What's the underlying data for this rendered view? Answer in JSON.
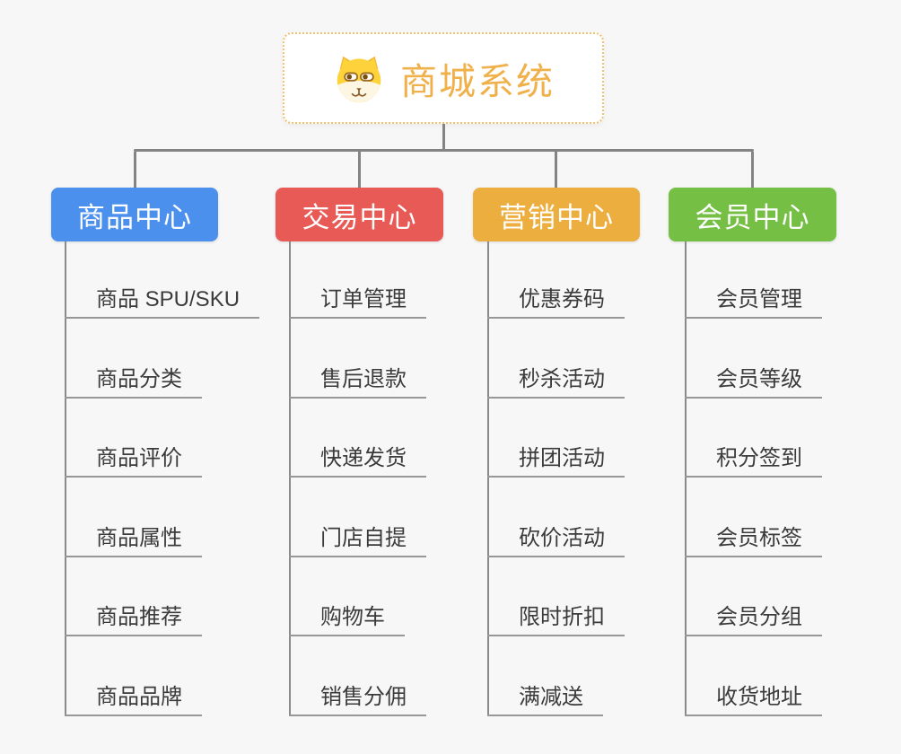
{
  "canvas": {
    "background_color": "#f7f7f7",
    "connector_color": "#848484"
  },
  "root": {
    "title": "商城系统",
    "title_color": "#f0b04a",
    "border_color": "#f2c170",
    "icon": "dog-icon"
  },
  "branches": [
    {
      "label": "商品中心",
      "color": "#4b90ec",
      "items": [
        "商品 SPU/SKU",
        "商品分类",
        "商品评价",
        "商品属性",
        "商品推荐",
        "商品品牌"
      ]
    },
    {
      "label": "交易中心",
      "color": "#e85a56",
      "items": [
        "订单管理",
        "售后退款",
        "快递发货",
        "门店自提",
        "购物车",
        "销售分佣"
      ]
    },
    {
      "label": "营销中心",
      "color": "#ebae3f",
      "items": [
        "优惠券码",
        "秒杀活动",
        "拼团活动",
        "砍价活动",
        "限时折扣",
        "满减送"
      ]
    },
    {
      "label": "会员中心",
      "color": "#74bf44",
      "items": [
        "会员管理",
        "会员等级",
        "积分签到",
        "会员标签",
        "会员分组",
        "收货地址"
      ]
    }
  ]
}
